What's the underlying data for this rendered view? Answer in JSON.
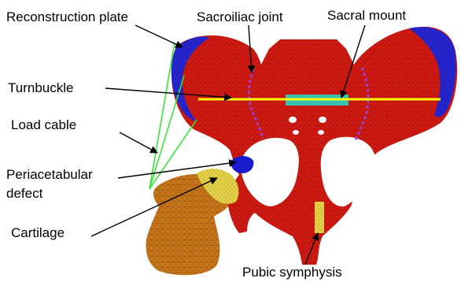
{
  "labels": {
    "reconstruction_plate": "Reconstruction plate",
    "sacroiliac_joint": "Sacroiliac joint",
    "sacral_mount": "Sacral mount",
    "turnbuckle": "Turnbuckle",
    "load_cable": "Load cable",
    "periacetabular_defect_line1": "Periacetabular",
    "periacetabular_defect_line2": "defect",
    "cartilage": "Cartilage",
    "pubic_symphysis": "Pubic symphysis"
  },
  "colors": {
    "bone": "#d21a12",
    "mesh": "#7a0a06",
    "plate": "#2424c8",
    "sacroiliac_joint": "#9b3fd0",
    "turnbuckle": "#ffff00",
    "sacral_mount": "#2fc7c0",
    "load_cable": "#38e838",
    "cartilage": "#e6d34a",
    "femur": "#c8761a",
    "defect": "#1a1ad0"
  }
}
